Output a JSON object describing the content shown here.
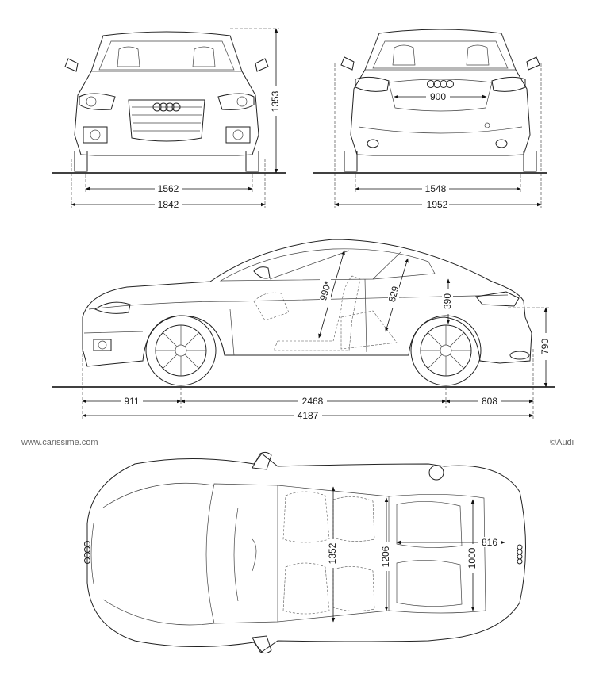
{
  "credits": {
    "source": "www.carissime.com",
    "copyright": "©Audi"
  },
  "dimensions": {
    "front_height": "1353",
    "front_track": "1562",
    "front_width": "1842",
    "rear_trunk": "900",
    "rear_track": "1548",
    "rear_width_mirrors": "1952",
    "headroom_front": "990*",
    "headroom_rear": "829",
    "rear_seat_height": "390",
    "overall_height": "790",
    "front_overhang": "911",
    "wheelbase": "2468",
    "rear_overhang": "808",
    "overall_length": "4187",
    "cabin_width_front": "1352",
    "cabin_width_rear": "1206",
    "trunk_width": "1000",
    "trunk_length": "816"
  }
}
